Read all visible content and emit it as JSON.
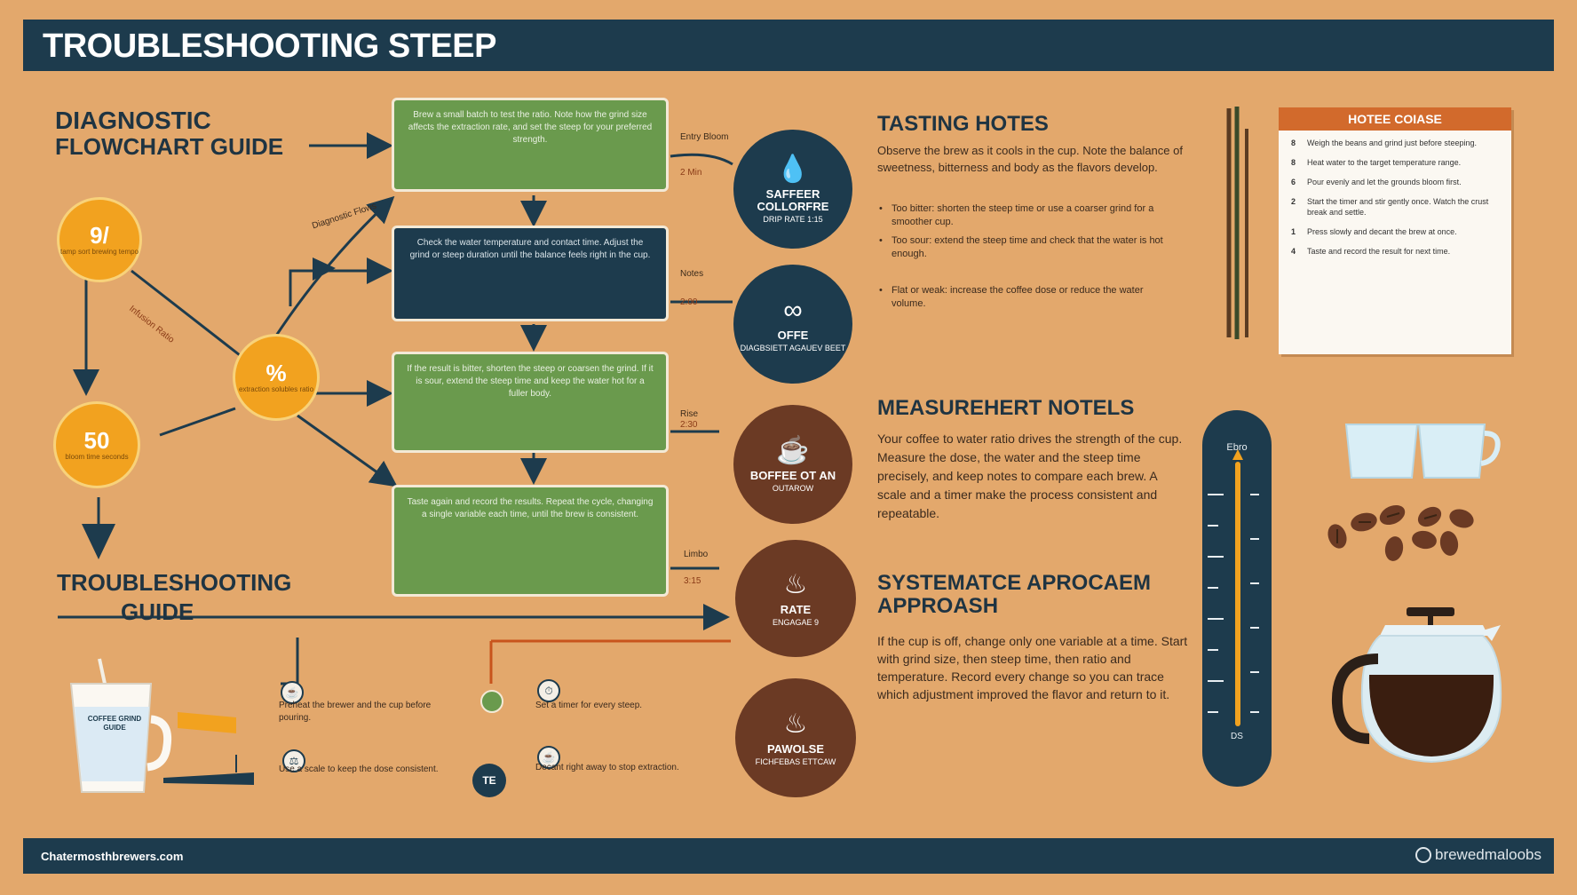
{
  "header": {
    "title": "TROUBLESHOOTING STEEP"
  },
  "left": {
    "diag_title_1": "DIAGNOSTIC",
    "diag_title_2": "FLOWCHART GUIDE",
    "diag_arrow_label": "Diagnostic Flows",
    "diag_diag_label": "Infusion Ratio",
    "yellow_circles": [
      {
        "sym": "9/",
        "cap": "tamp sort brewing tempo"
      },
      {
        "sym": "%",
        "cap": "extraction solubles ratio"
      },
      {
        "sym": "50",
        "cap": "bloom time seconds"
      }
    ],
    "trouble_title_1": "TROUBLESHOOTING",
    "trouble_title_2": "GUIDE"
  },
  "flow": {
    "boxes": [
      {
        "text": "Brew a small batch to test the ratio. Note how the grind size affects the extraction rate, and set the steep for your preferred strength."
      },
      {
        "text": "Check the water temperature and contact time. Adjust the grind or steep duration until the balance feels right in the cup."
      },
      {
        "text": "If the result is bitter, shorten the steep or coarsen the grind. If it is sour, extend the steep time and keep the water hot for a fuller body."
      },
      {
        "text": "Taste again and record the results. Repeat the cycle, changing a single variable each time, until the brew is consistent."
      }
    ],
    "side_labels": [
      "Entry Bloom",
      "Notes",
      "Rise",
      "Limbo"
    ],
    "side_values": [
      "2 Min",
      "2:00",
      "2:30",
      "3:15"
    ]
  },
  "circles": [
    {
      "icon": "💧",
      "t1": "SAFFEER COLLORFRE",
      "t2": "DRIP RATE 1:15"
    },
    {
      "icon": "∞",
      "t1": "OFFE",
      "t2": "DIAGBSIETT AGAUEV BEET"
    },
    {
      "icon": "☕",
      "t1": "BOFFEE OT AN",
      "t2": "OUTAROW"
    },
    {
      "icon": "♨",
      "t1": "RATE",
      "t2": "ENGAGAE 9"
    },
    {
      "icon": "♨",
      "t1": "PAWOLSE",
      "t2": "FICHFEBAS ETTCAW"
    }
  ],
  "tasting": {
    "title": "TASTING HOTES",
    "intro": "Observe the brew as it cools in the cup. Note the balance of sweetness, bitterness and body as the flavors develop.",
    "bullets": [
      "Too bitter: shorten the steep time or use a coarser grind for a smoother cup.",
      "Too sour: extend the steep time and check that the water is hot enough.",
      "Flat or weak: increase the coffee dose or reduce the water volume."
    ]
  },
  "card": {
    "title": "HOTEE COIASE",
    "items": [
      {
        "n": "8",
        "text": "Weigh the beans and grind just before steeping."
      },
      {
        "n": "8",
        "text": "Heat water to the target temperature range."
      },
      {
        "n": "6",
        "text": "Pour evenly and let the grounds bloom first."
      },
      {
        "n": "2",
        "text": "Start the timer and stir gently once. Watch the crust break and settle."
      },
      {
        "n": "1",
        "text": "Press slowly and decant the brew at once."
      },
      {
        "n": "4",
        "text": "Taste and record the result for next time."
      }
    ]
  },
  "measurement": {
    "title": "MEASUREHERT NOTELS",
    "text": "Your coffee to water ratio drives the strength of the cup. Measure the dose, the water and the steep time precisely, and keep notes to compare each brew. A scale and a timer make the process consistent and repeatable."
  },
  "systematic": {
    "title_1": "SYSTEMATCE APROCAEM",
    "title_2": "APPROASH",
    "text": "If the cup is off, change only one variable at a time. Start with grind size, then steep time, then ratio and temperature. Record every change so you can trace which adjustment improved the flavor and return to it."
  },
  "bottom_notes": [
    {
      "icon": "☕",
      "text": "Preheat the brewer and the cup before pouring."
    },
    {
      "icon": "⚖",
      "text": "Use a scale to keep the dose consistent."
    },
    {
      "icon": "⏱",
      "text": "Set a timer for every steep."
    },
    {
      "icon": "☕",
      "text": "Decant right away to stop extraction."
    }
  ],
  "mug": {
    "label": "COFFEE GRIND GUIDE"
  },
  "token": {
    "label": "TE"
  },
  "thermo": {
    "top": "Ebro",
    "bottom": "DS"
  },
  "footer": {
    "left": "Chatermosthbrewers.com",
    "right": "brewedmaloobs"
  },
  "colors": {
    "navy": "#1d3b4d",
    "green": "#6a9a4d",
    "brown": "#6b3a24",
    "yellow": "#f2a21f",
    "orange": "#d26a2c",
    "background": "#e3a86c"
  }
}
